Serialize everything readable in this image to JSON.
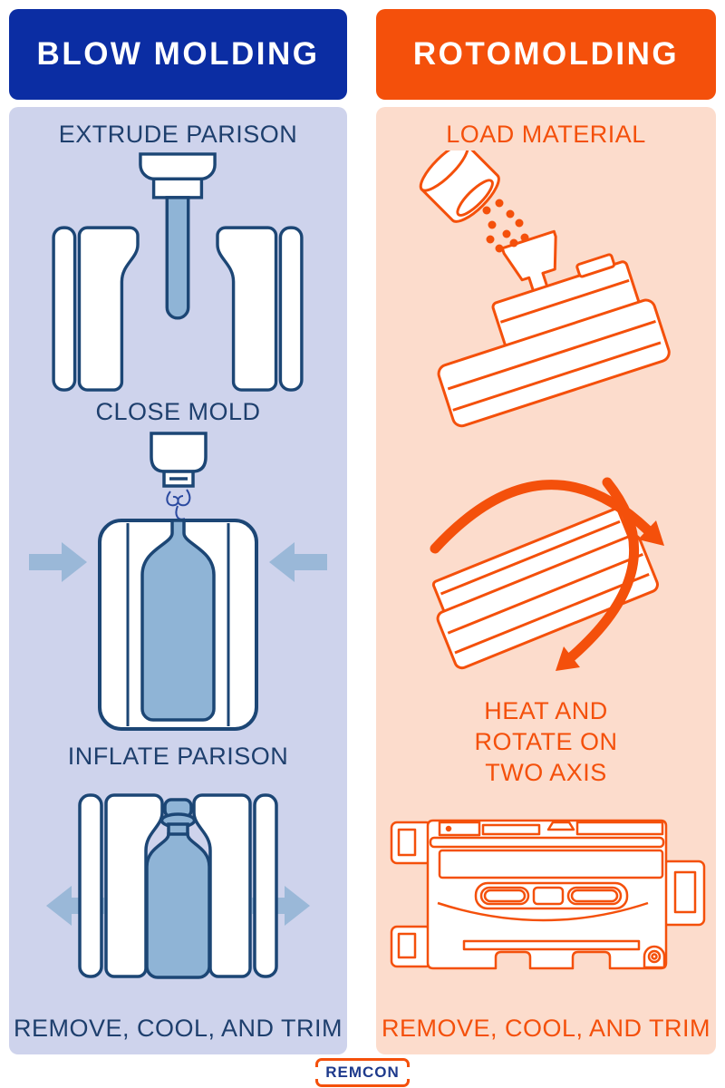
{
  "colors": {
    "blue_header": "#0b2da3",
    "orange_header": "#f4500b",
    "panel_blue": "#ced3ec",
    "panel_orange": "#fcdccc",
    "navy_outline": "#1c4675",
    "navy_text": "#1e3f6d",
    "plastic_blue_fill": "#8fb4d6",
    "arrow_blue": "#9ab8d8",
    "logo_text_blue": "#1e3a8c"
  },
  "left_column": {
    "header": "BLOW MOLDING",
    "steps": [
      "EXTRUDE PARISON",
      "CLOSE MOLD",
      "INFLATE PARISON",
      "REMOVE, COOL, AND TRIM"
    ]
  },
  "right_column": {
    "header": "ROTOMOLDING",
    "steps": [
      "LOAD MATERIAL",
      "HEAT AND ROTATE ON TWO AXIS",
      "REMOVE, COOL, AND TRIM"
    ]
  },
  "footer": {
    "brand": "REMCON"
  }
}
